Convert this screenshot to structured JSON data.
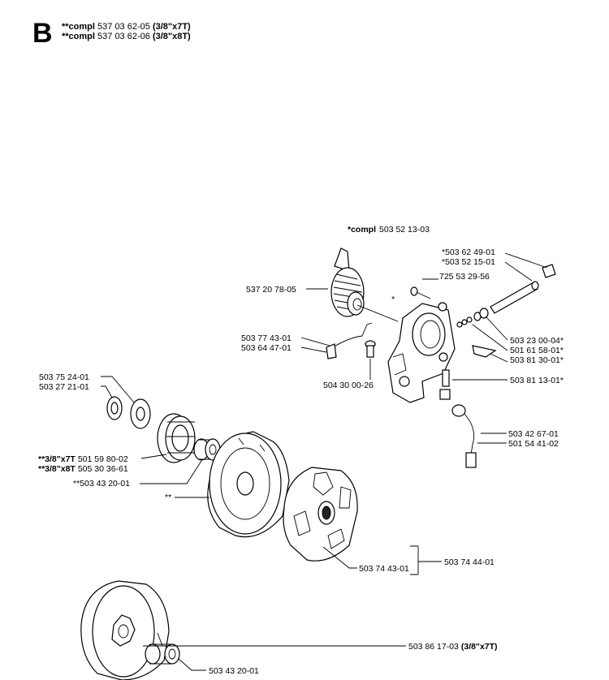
{
  "header": {
    "section": "B",
    "lines": [
      {
        "prefix": "**compl",
        "part": "537 03 62-05",
        "variant": "(3/8\"x7T)"
      },
      {
        "prefix": "**compl",
        "part": "537 03 62-06",
        "variant": "(3/8\"x8T)"
      }
    ]
  },
  "oil_pump": {
    "kit_prefix": "*compl",
    "kit_part": "503 52 13-03"
  },
  "labels": {
    "worm_gear": "537 20 78-05",
    "shaft_1": "*503 62 49-01",
    "shaft_2": "*503 52 15-01",
    "screw_725": "725 53 29-56",
    "star_marker": "*",
    "washer_1": "503 23 00-04*",
    "spring": "501 61 58-01*",
    "plate": "503 81 30-01*",
    "adjust_screw": "503 81 13-01*",
    "pipe_1": "503 77 43-01",
    "pipe_2": "503 64 47-01",
    "nipple": "504 30 00-26",
    "washer_a": "503 75 24-01",
    "washer_b": "503 27 21-01",
    "hose_1": "503 42 67-01",
    "hose_2": "501 54 41-02",
    "rim_7t_prefix": "**3/8\"x7T",
    "rim_7t_part": "501 59 80-02",
    "rim_8t_prefix": "**3/8\"x8T",
    "rim_8t_part": "505 30 36-61",
    "bearing_top": "**503 43 20-01",
    "drum_marker": "**",
    "clutch_shoe": "503 74 43-01",
    "clutch_assy": "503 74 44-01",
    "spur_sprocket": "503 86 17-03",
    "spur_variant": "(3/8\"x7T)",
    "bearing_bottom": "503 43 20-01"
  }
}
